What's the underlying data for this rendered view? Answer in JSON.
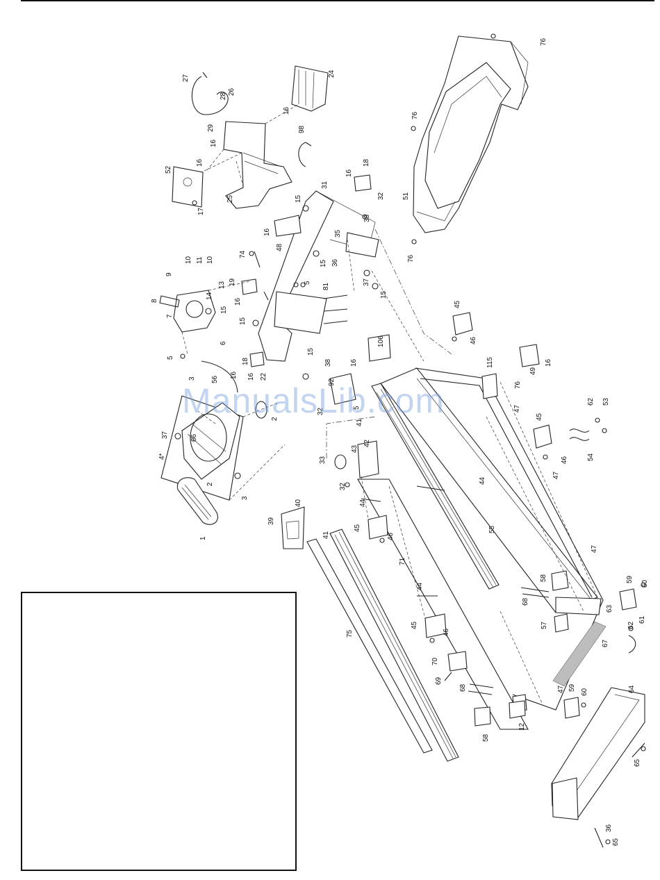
{
  "watermark": "ManualsLib.com",
  "labels": [
    {
      "id": "l1",
      "text": "1"
    },
    {
      "id": "l2a",
      "text": "2"
    },
    {
      "id": "l2b",
      "text": "2"
    },
    {
      "id": "l3a",
      "text": "3"
    },
    {
      "id": "l3b",
      "text": "3"
    },
    {
      "id": "l4",
      "text": "4*"
    },
    {
      "id": "l5a",
      "text": "5"
    },
    {
      "id": "l5b",
      "text": "5"
    },
    {
      "id": "l5c",
      "text": "5"
    },
    {
      "id": "l6",
      "text": "6"
    },
    {
      "id": "l7",
      "text": "7"
    },
    {
      "id": "l8",
      "text": "8"
    },
    {
      "id": "l9",
      "text": "9"
    },
    {
      "id": "l10a",
      "text": "10"
    },
    {
      "id": "l10b",
      "text": "10"
    },
    {
      "id": "l11",
      "text": "11"
    },
    {
      "id": "l12",
      "text": "12"
    },
    {
      "id": "l13",
      "text": "13"
    },
    {
      "id": "l14",
      "text": "14"
    },
    {
      "id": "l15a",
      "text": "15"
    },
    {
      "id": "l15b",
      "text": "15"
    },
    {
      "id": "l15c",
      "text": "15"
    },
    {
      "id": "l15d",
      "text": "15"
    },
    {
      "id": "l15e",
      "text": "15"
    },
    {
      "id": "l15f",
      "text": "15"
    },
    {
      "id": "l16a",
      "text": "16"
    },
    {
      "id": "l16b",
      "text": "16"
    },
    {
      "id": "l16c",
      "text": "16"
    },
    {
      "id": "l16d",
      "text": "16"
    },
    {
      "id": "l16e",
      "text": "16"
    },
    {
      "id": "l16f",
      "text": "16"
    },
    {
      "id": "l16g",
      "text": "16"
    },
    {
      "id": "l16h",
      "text": "16"
    },
    {
      "id": "l16i",
      "text": "16"
    },
    {
      "id": "l16j",
      "text": "16"
    },
    {
      "id": "l17",
      "text": "17"
    },
    {
      "id": "l18a",
      "text": "18"
    },
    {
      "id": "l18b",
      "text": "18"
    },
    {
      "id": "l19",
      "text": "19"
    },
    {
      "id": "l22",
      "text": "22"
    },
    {
      "id": "l24",
      "text": "24"
    },
    {
      "id": "l25",
      "text": "25"
    },
    {
      "id": "l26",
      "text": "26"
    },
    {
      "id": "l27",
      "text": "27"
    },
    {
      "id": "l28",
      "text": "28"
    },
    {
      "id": "l29",
      "text": "29"
    },
    {
      "id": "l31",
      "text": "31"
    },
    {
      "id": "l32a",
      "text": "32"
    },
    {
      "id": "l32b",
      "text": "32"
    },
    {
      "id": "l32c",
      "text": "32"
    },
    {
      "id": "l33a",
      "text": "33"
    },
    {
      "id": "l33b",
      "text": "33"
    },
    {
      "id": "l35",
      "text": "35"
    },
    {
      "id": "l36a",
      "text": "36"
    },
    {
      "id": "l36b",
      "text": "36"
    },
    {
      "id": "l37a",
      "text": "37"
    },
    {
      "id": "l37b",
      "text": "37"
    },
    {
      "id": "l38",
      "text": "38"
    },
    {
      "id": "l39",
      "text": "39"
    },
    {
      "id": "l40",
      "text": "40"
    },
    {
      "id": "l41a",
      "text": "41"
    },
    {
      "id": "l41b",
      "text": "41"
    },
    {
      "id": "l42",
      "text": "42"
    },
    {
      "id": "l43",
      "text": "43"
    },
    {
      "id": "l44a",
      "text": "44"
    },
    {
      "id": "l44b",
      "text": "44"
    },
    {
      "id": "l44c",
      "text": "44"
    },
    {
      "id": "l45a",
      "text": "45"
    },
    {
      "id": "l45b",
      "text": "45"
    },
    {
      "id": "l45c",
      "text": "45"
    },
    {
      "id": "l45d",
      "text": "45"
    },
    {
      "id": "l46a",
      "text": "46"
    },
    {
      "id": "l46b",
      "text": "46"
    },
    {
      "id": "l46c",
      "text": "46"
    },
    {
      "id": "l46d",
      "text": "46"
    },
    {
      "id": "l47a",
      "text": "47"
    },
    {
      "id": "l47b",
      "text": "47"
    },
    {
      "id": "l47c",
      "text": "47"
    },
    {
      "id": "l47d",
      "text": "47"
    },
    {
      "id": "l48",
      "text": "48"
    },
    {
      "id": "l49",
      "text": "49"
    },
    {
      "id": "l51",
      "text": "51"
    },
    {
      "id": "l52",
      "text": "52"
    },
    {
      "id": "l53",
      "text": "53"
    },
    {
      "id": "l54",
      "text": "54"
    },
    {
      "id": "l55",
      "text": "55"
    },
    {
      "id": "l56",
      "text": "56"
    },
    {
      "id": "l57",
      "text": "57"
    },
    {
      "id": "l58a",
      "text": "58"
    },
    {
      "id": "l58b",
      "text": "58"
    },
    {
      "id": "l59a",
      "text": "59"
    },
    {
      "id": "l59b",
      "text": "59"
    },
    {
      "id": "l60a",
      "text": "60"
    },
    {
      "id": "l60b",
      "text": "60"
    },
    {
      "id": "l61",
      "text": "61"
    },
    {
      "id": "l62a",
      "text": "62"
    },
    {
      "id": "l62b",
      "text": "62"
    },
    {
      "id": "l63",
      "text": "63"
    },
    {
      "id": "l64",
      "text": "64"
    },
    {
      "id": "l65a",
      "text": "65"
    },
    {
      "id": "l65b",
      "text": "65"
    },
    {
      "id": "l66",
      "text": "66"
    },
    {
      "id": "l67",
      "text": "67"
    },
    {
      "id": "l68a",
      "text": "68"
    },
    {
      "id": "l68b",
      "text": "68"
    },
    {
      "id": "l69",
      "text": "69"
    },
    {
      "id": "l70",
      "text": "70"
    },
    {
      "id": "l71",
      "text": "71"
    },
    {
      "id": "l74",
      "text": "74"
    },
    {
      "id": "l75",
      "text": "75"
    },
    {
      "id": "l76a",
      "text": "76"
    },
    {
      "id": "l76b",
      "text": "76"
    },
    {
      "id": "l76c",
      "text": "76"
    },
    {
      "id": "l76d",
      "text": "76"
    },
    {
      "id": "l81",
      "text": "81"
    },
    {
      "id": "l92",
      "text": "92"
    },
    {
      "id": "l98",
      "text": "98"
    },
    {
      "id": "l106",
      "text": "106"
    },
    {
      "id": "l115",
      "text": "115"
    }
  ]
}
